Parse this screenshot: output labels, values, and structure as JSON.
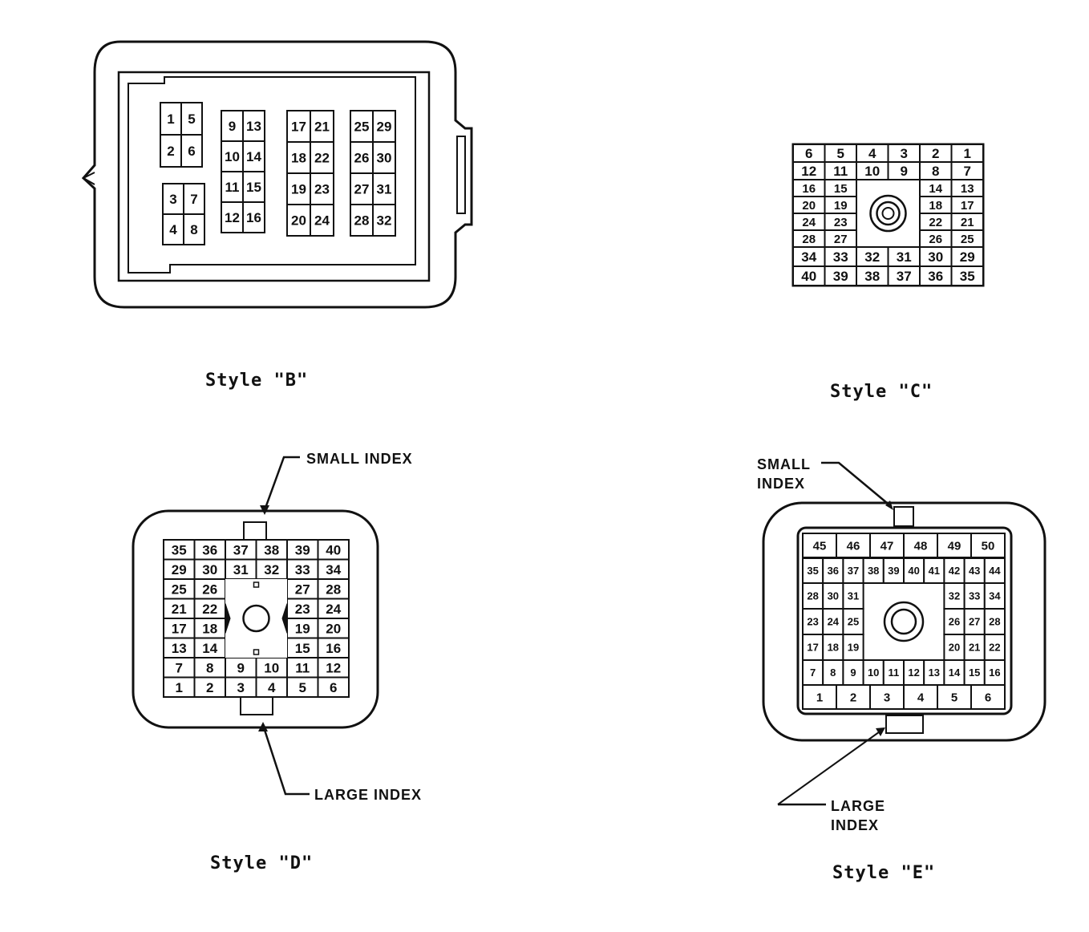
{
  "diagrams": {
    "style_b": {
      "caption": "Style \"B\"",
      "blocks": [
        [
          [
            "1",
            "5"
          ],
          [
            "2",
            "6"
          ]
        ],
        [
          [
            "3",
            "7"
          ],
          [
            "4",
            "8"
          ]
        ],
        [
          [
            "9",
            "13"
          ],
          [
            "10",
            "14"
          ],
          [
            "11",
            "15"
          ],
          [
            "12",
            "16"
          ]
        ],
        [
          [
            "17",
            "21"
          ],
          [
            "18",
            "22"
          ],
          [
            "19",
            "23"
          ],
          [
            "20",
            "24"
          ]
        ],
        [
          [
            "25",
            "29"
          ],
          [
            "26",
            "30"
          ],
          [
            "27",
            "31"
          ],
          [
            "28",
            "32"
          ]
        ]
      ]
    },
    "style_c": {
      "caption": "Style \"C\"",
      "top_rows": [
        [
          "6",
          "5",
          "4",
          "3",
          "2",
          "1"
        ],
        [
          "12",
          "11",
          "10",
          "9",
          "8",
          "7"
        ]
      ],
      "left_rows": [
        [
          "16",
          "15"
        ],
        [
          "20",
          "19"
        ],
        [
          "24",
          "23"
        ],
        [
          "28",
          "27"
        ]
      ],
      "right_rows": [
        [
          "14",
          "13"
        ],
        [
          "18",
          "17"
        ],
        [
          "22",
          "21"
        ],
        [
          "26",
          "25"
        ]
      ],
      "bottom_rows": [
        [
          "34",
          "33",
          "32",
          "31",
          "30",
          "29"
        ],
        [
          "40",
          "39",
          "38",
          "37",
          "36",
          "35"
        ]
      ]
    },
    "style_d": {
      "caption": "Style \"D\"",
      "small_index_label": "SMALL INDEX",
      "large_index_label": "LARGE INDEX",
      "rows": [
        [
          "35",
          "36",
          "37",
          "38",
          "39",
          "40"
        ],
        [
          "29",
          "30",
          "31",
          "32",
          "33",
          "34"
        ],
        [
          "25",
          "26",
          "",
          "",
          "27",
          "28"
        ],
        [
          "21",
          "22",
          "",
          "",
          "23",
          "24"
        ],
        [
          "17",
          "18",
          "",
          "",
          "19",
          "20"
        ],
        [
          "13",
          "14",
          "",
          "",
          "15",
          "16"
        ],
        [
          "7",
          "8",
          "9",
          "10",
          "11",
          "12"
        ],
        [
          "1",
          "2",
          "3",
          "4",
          "5",
          "6"
        ]
      ]
    },
    "style_e": {
      "caption": "Style \"E\"",
      "small_index_label": "SMALL\nINDEX",
      "large_index_label": "LARGE\nINDEX",
      "top_row": [
        "45",
        "46",
        "47",
        "48",
        "49",
        "50"
      ],
      "row2": [
        "35",
        "36",
        "37",
        "38",
        "39",
        "40",
        "41",
        "42",
        "43",
        "44"
      ],
      "left_rows": [
        [
          "28",
          "30",
          "31"
        ],
        [
          "23",
          "24",
          "25"
        ],
        [
          "17",
          "18",
          "19"
        ]
      ],
      "right_rows": [
        [
          "32",
          "33",
          "34"
        ],
        [
          "26",
          "27",
          "28"
        ],
        [
          "20",
          "21",
          "22"
        ]
      ],
      "row6": [
        "7",
        "8",
        "9",
        "10",
        "11",
        "12",
        "13",
        "14",
        "15",
        "16"
      ],
      "bottom_row": [
        "1",
        "2",
        "3",
        "4",
        "5",
        "6"
      ]
    }
  }
}
